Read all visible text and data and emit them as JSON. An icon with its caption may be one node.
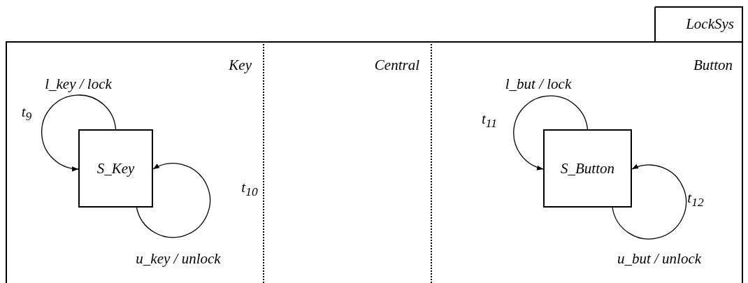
{
  "diagram": {
    "nodes": [
      {
        "text": [
          "LockSys"
        ]
      },
      {
        "text": [
          "Key"
        ],
        "in": 0
      },
      {
        "text": [
          "S_Key"
        ],
        "in": 1
      },
      {
        "text": [
          "Central"
        ],
        "in": 0
      },
      {
        "text": [
          "Button"
        ],
        "in": 0
      },
      {
        "text": [
          "S_Button"
        ],
        "in": 4
      }
    ],
    "edges": [
      {
        "from": 2,
        "to": 2,
        "arrow": "to",
        "label": "l_key / lock"
      },
      {
        "from": 2,
        "to": 2,
        "arrow": "to",
        "label": "u_key / unlock"
      },
      {
        "from": 5,
        "to": 5,
        "arrow": "to",
        "label": "l_but / lock"
      },
      {
        "from": 5,
        "to": 5,
        "arrow": "to",
        "label": "u_but / unlock"
      }
    ],
    "labels": [
      "t$_{9}$",
      "t$_{10}$",
      "t$_{11}$",
      "t$_{12}$"
    ]
  }
}
